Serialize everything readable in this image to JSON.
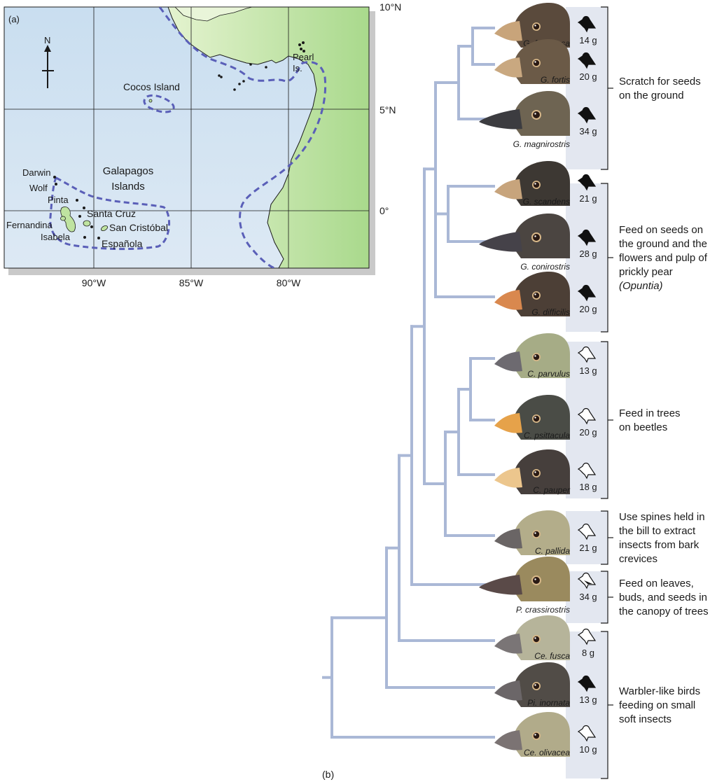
{
  "panel_a": {
    "label": "(a)",
    "compass": "N",
    "lat_labels": [
      "10°N",
      "5°N",
      "0°"
    ],
    "lon_labels": [
      "90°W",
      "85°W",
      "80°W"
    ],
    "places": {
      "cocos": "Cocos Island",
      "pearl1": "Pearl",
      "pearl2": "Is.",
      "galapagos1": "Galapagos",
      "galapagos2": "Islands",
      "darwin": "Darwin",
      "wolf": "Wolf",
      "pinta": "Pinta",
      "santa_cruz": "Santa Cruz",
      "fernandina": "Fernandina",
      "san_cristobal": "San Cristóbal",
      "isabela": "Isabela",
      "espanola": "Española"
    },
    "colors": {
      "ocean": "#c4dcef",
      "land": "#bfe3a0",
      "boundary": "#5a5fb8",
      "grid": "#1a1a1a"
    }
  },
  "panel_b": {
    "label": "(b)",
    "colors": {
      "branch": "#aab8d6",
      "bracket_bg": "#e3e7f0"
    },
    "species": [
      {
        "name": "G. fuliginosa",
        "mass": "14 g",
        "feather": "#5a4a3c",
        "beak": "#c8a47a",
        "diet_icon": "seed-eater-silhouette-icon",
        "solid": true
      },
      {
        "name": "G. fortis",
        "mass": "20 g",
        "feather": "#6b5a47",
        "beak": "#c9a880",
        "diet_icon": "seed-eater-silhouette-icon",
        "solid": true
      },
      {
        "name": "G. magnirostris",
        "mass": "34 g",
        "feather": "#6e6452",
        "beak": "#3c3c40",
        "diet_icon": "seed-eater-silhouette-icon",
        "solid": true
      },
      {
        "name": "G. scandens",
        "mass": "21 g",
        "feather": "#3d3833",
        "beak": "#c7a47c",
        "diet_icon": "seed-eater-silhouette-icon",
        "solid": true
      },
      {
        "name": "G. conirostris",
        "mass": "28 g",
        "feather": "#4b4541",
        "beak": "#454249",
        "diet_icon": "seed-eater-silhouette-icon",
        "solid": true
      },
      {
        "name": "G. difficilis",
        "mass": "20 g",
        "feather": "#4c3f36",
        "beak": "#d9884e",
        "diet_icon": "seed-eater-silhouette-icon",
        "solid": true
      },
      {
        "name": "C. parvulus",
        "mass": "13 g",
        "feather": "#a6ac86",
        "beak": "#6d6a70",
        "diet_icon": "insect-eater-outline-icon",
        "solid": false
      },
      {
        "name": "C. psittacula",
        "mass": "20 g",
        "feather": "#4a4c46",
        "beak": "#e6a24a",
        "diet_icon": "insect-eater-outline-icon",
        "solid": false
      },
      {
        "name": "C. pauper",
        "mass": "18 g",
        "feather": "#463f3c",
        "beak": "#ecc68d",
        "diet_icon": "insect-eater-outline-icon",
        "solid": false
      },
      {
        "name": "C. pallida",
        "mass": "21 g",
        "feather": "#b3ad8a",
        "beak": "#6a6565",
        "diet_icon": "insect-eater-outline-icon",
        "solid": false
      },
      {
        "name": "P. crassirostris",
        "mass": "34 g",
        "feather": "#9a8a5e",
        "beak": "#5a4a48",
        "diet_icon": "mixed-diet-icon",
        "solid": false
      },
      {
        "name": "Ce. fusca",
        "mass": "8 g",
        "feather": "#b6b49a",
        "beak": "#7a7576",
        "diet_icon": "insect-eater-outline-icon",
        "solid": false
      },
      {
        "name": "Pi. inornata",
        "mass": "13 g",
        "feather": "#514c47",
        "beak": "#6b6668",
        "diet_icon": "seed-eater-silhouette-icon",
        "solid": true
      },
      {
        "name": "Ce. olivacea",
        "mass": "10 g",
        "feather": "#b1ab8a",
        "beak": "#7b7373",
        "diet_icon": "insect-eater-outline-icon",
        "solid": false
      }
    ],
    "groups": [
      {
        "lines": [
          "Scratch for seeds",
          "on the ground"
        ]
      },
      {
        "lines": [
          "Feed on seeds on",
          "the ground and the",
          "flowers and pulp of",
          "prickly pear"
        ],
        "italic_line": "(Opuntia)"
      },
      {
        "lines": [
          "Feed in trees",
          "on beetles"
        ]
      },
      {
        "lines": [
          "Use spines held in",
          "the bill to extract",
          "insects from bark",
          "crevices"
        ]
      },
      {
        "lines": [
          "Feed on leaves,",
          "buds, and seeds in",
          "the canopy of trees"
        ]
      },
      {
        "lines": [
          "Warbler-like birds",
          "feeding on small",
          "soft insects"
        ]
      }
    ]
  }
}
